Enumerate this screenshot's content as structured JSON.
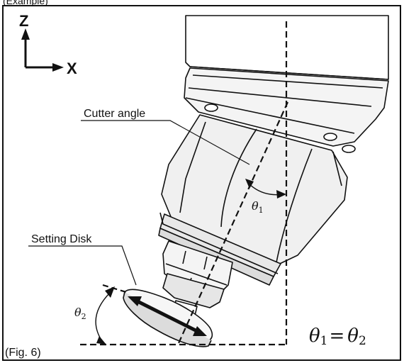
{
  "header_fragment": "(Example)",
  "axes": {
    "z_label": "Z",
    "x_label": "X"
  },
  "labels": {
    "cutter_angle": "Cutter angle",
    "setting_disk": "Setting Disk",
    "theta1": "θ",
    "theta1_sub": "1",
    "theta2": "θ",
    "theta2_sub": "2",
    "equation_theta1": "θ",
    "equation_sub1": "1",
    "equation_equals": "=",
    "equation_theta2": "θ",
    "equation_sub2": "2",
    "figure_caption": "(Fig. 6)"
  },
  "colors": {
    "line": "#111111",
    "fill_light": "#f4f4f4",
    "fill_shadow": "#dcdcdc"
  }
}
